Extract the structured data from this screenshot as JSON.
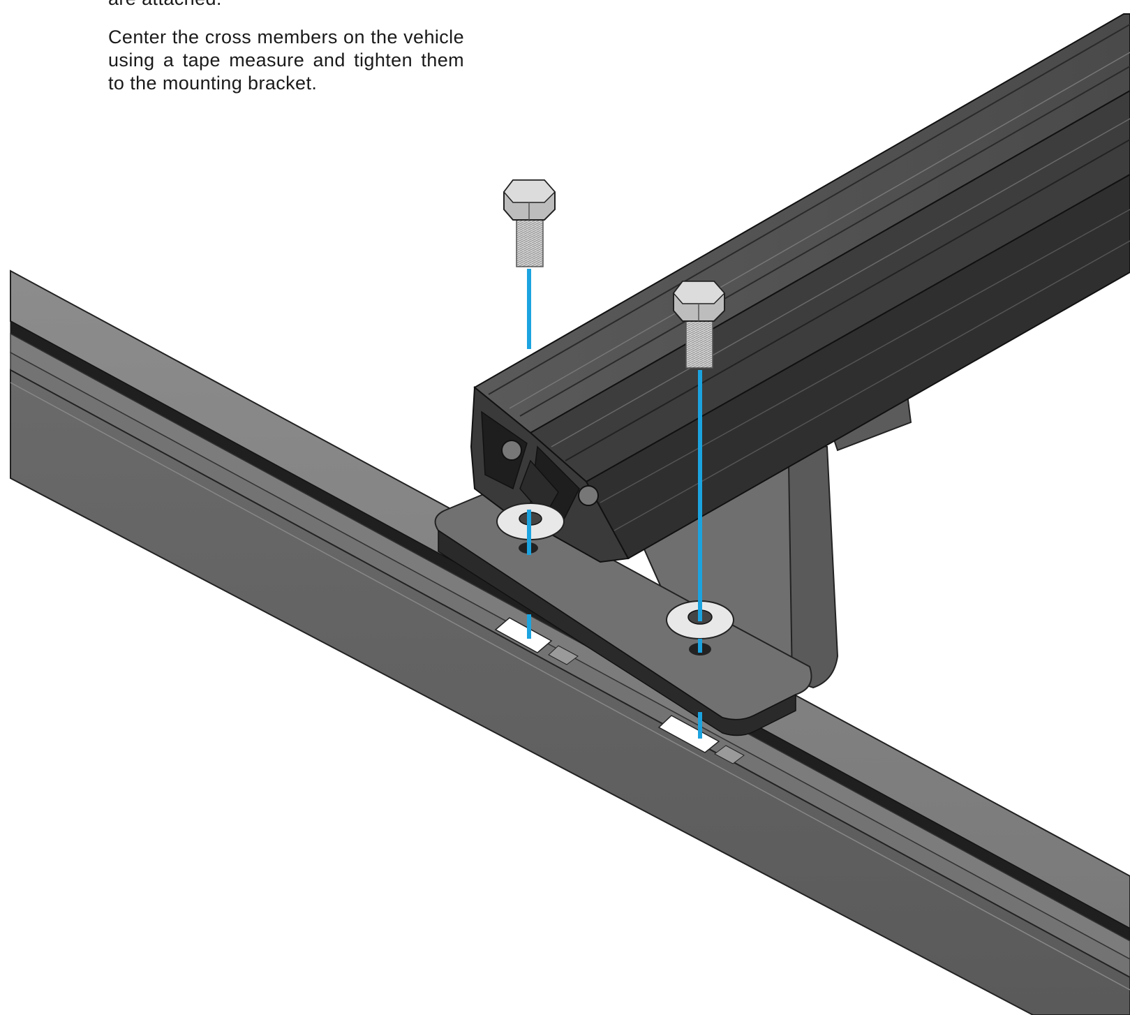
{
  "instructions": {
    "step_tail": "are attached.",
    "step_text": "Center the cross members on the vehicle using a tape measure and tighten them to the mounting bracket."
  },
  "illustration": {
    "parts": [
      "roof-rail",
      "cross-member",
      "mounting-bracket",
      "hex-bolt",
      "hex-bolt",
      "washer",
      "washer"
    ],
    "colors": {
      "metal_dark": "#3a3a3a",
      "metal_mid": "#6e6e6e",
      "metal_light": "#8a8a8a",
      "bolt": "#c8c8c8",
      "alignment_line": "#1ba3e0"
    }
  }
}
